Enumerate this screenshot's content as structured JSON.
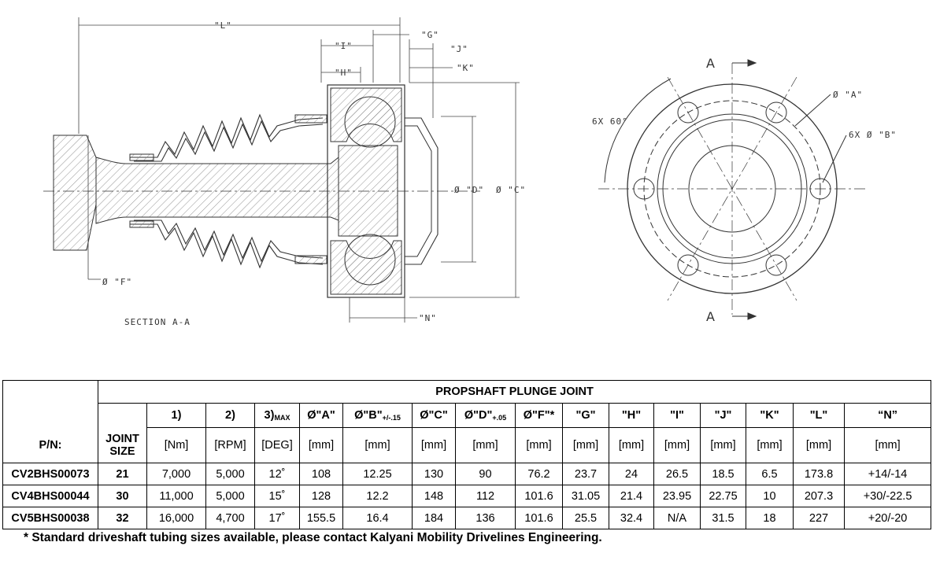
{
  "drawing": {
    "section_label": "SECTION A-A",
    "section_marker": "A",
    "dims": {
      "L": "\"L\"",
      "I": "\"I\"",
      "G": "\"G\"",
      "J": "\"J\"",
      "H": "\"H\"",
      "K": "\"K\"",
      "D": "Ø \"D\"",
      "C": "Ø \"C\"",
      "F": "Ø \"F\"",
      "N": "\"N\"",
      "A": "Ø \"A\"",
      "B": "6X  Ø \"B\"",
      "angle": "6X 60°"
    }
  },
  "table": {
    "title": "PROPSHAFT PLUNGE JOINT",
    "header1": [
      "1)",
      "2)",
      "3)",
      "Ø\"A\"",
      "Ø\"B\"",
      "Ø\"C\"",
      "Ø\"D\"",
      "Ø\"F\"*",
      "\"G\"",
      "\"H\"",
      "\"I\"",
      "\"J\"",
      "\"K\"",
      "\"L\"",
      "“N”"
    ],
    "header1_subs": {
      "c3": "MAX",
      "b": "+/-.15",
      "d": "+.05"
    },
    "pn_label": "P/N:",
    "joint_size_label": "JOINT SIZE",
    "units": [
      "[Nm]",
      "[RPM]",
      "[DEG]",
      "[mm]",
      "[mm]",
      "[mm]",
      "[mm]",
      "[mm]",
      "[mm]",
      "[mm]",
      "[mm]",
      "[mm]",
      "[mm]",
      "[mm]",
      "[mm]"
    ],
    "rows": [
      [
        "CV2BHS00073",
        "21",
        "7,000",
        "5,000",
        "12˚",
        "108",
        "12.25",
        "130",
        "90",
        "76.2",
        "23.7",
        "24",
        "26.5",
        "18.5",
        "6.5",
        "173.8",
        "+14/-14"
      ],
      [
        "CV4BHS00044",
        "30",
        "11,000",
        "5,000",
        "15˚",
        "128",
        "12.2",
        "148",
        "112",
        "101.6",
        "31.05",
        "21.4",
        "23.95",
        "22.75",
        "10",
        "207.3",
        "+30/-22.5"
      ],
      [
        "CV5BHS00038",
        "32",
        "16,000",
        "4,700",
        "17˚",
        "155.5",
        "16.4",
        "184",
        "136",
        "101.6",
        "25.5",
        "32.4",
        "N/A",
        "31.5",
        "18",
        "227",
        "+20/-20"
      ]
    ]
  },
  "footnote": "* Standard driveshaft tubing sizes available, please contact Kalyani Mobility Drivelines Engineering."
}
